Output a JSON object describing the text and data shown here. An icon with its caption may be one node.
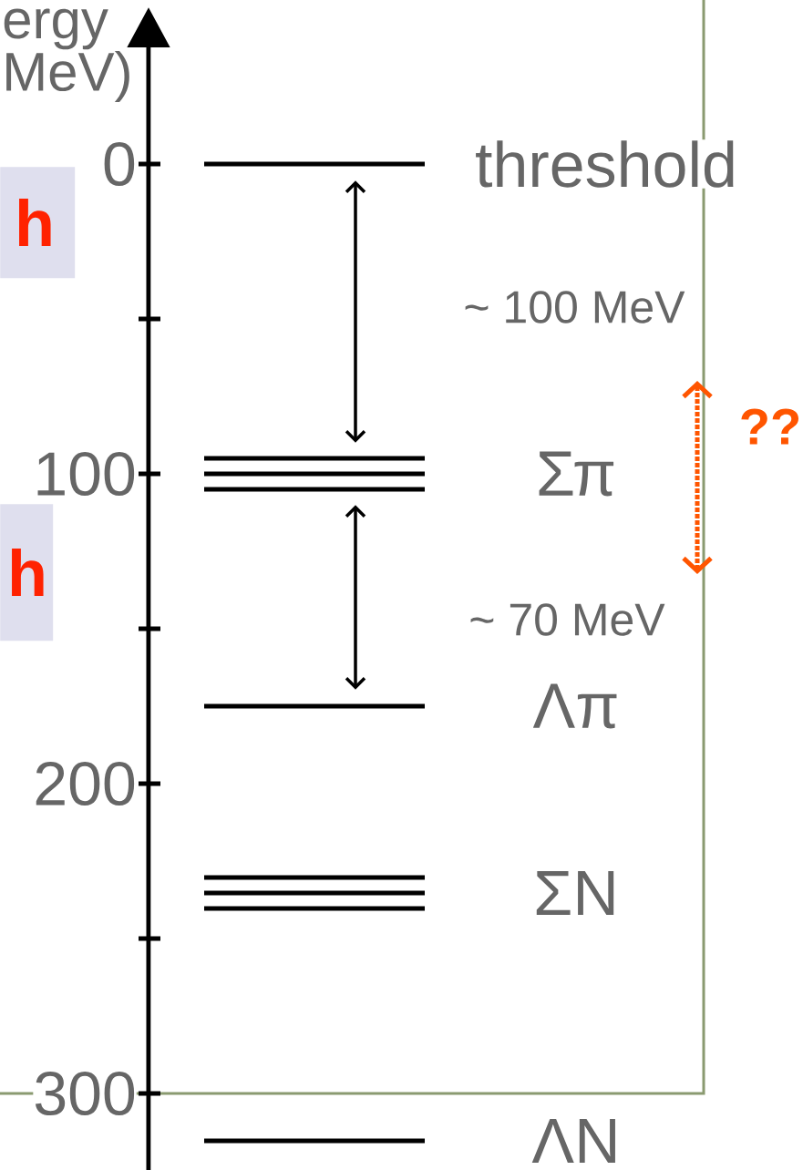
{
  "diagram": {
    "nodes": [
      {
        "text": [
          "h"
        ]
      },
      {
        "text": [
          "h"
        ]
      },
      {
        "text": [],
        "shape": "bar",
        "beside": [
          "threshold"
        ]
      },
      {
        "text": [],
        "shape": "bar",
        "beside": [
          "Σπ"
        ]
      },
      {
        "text": [],
        "shape": "bar",
        "beside": [
          "Λπ"
        ]
      },
      {
        "text": [],
        "shape": "bar",
        "beside": [
          "ΣN"
        ]
      },
      {
        "text": [],
        "shape": "bar",
        "beside": [
          "ΛN"
        ]
      }
    ],
    "edges": [
      {
        "from": 2,
        "to": 3,
        "arrow": "both",
        "label": "~ 100 MeV"
      },
      {
        "from": 3,
        "to": 4,
        "arrow": "both",
        "label": "~ 70 MeV"
      }
    ],
    "labels": [
      "ergy",
      "MeV)",
      "0",
      "100",
      "200",
      "300",
      "??"
    ]
  }
}
